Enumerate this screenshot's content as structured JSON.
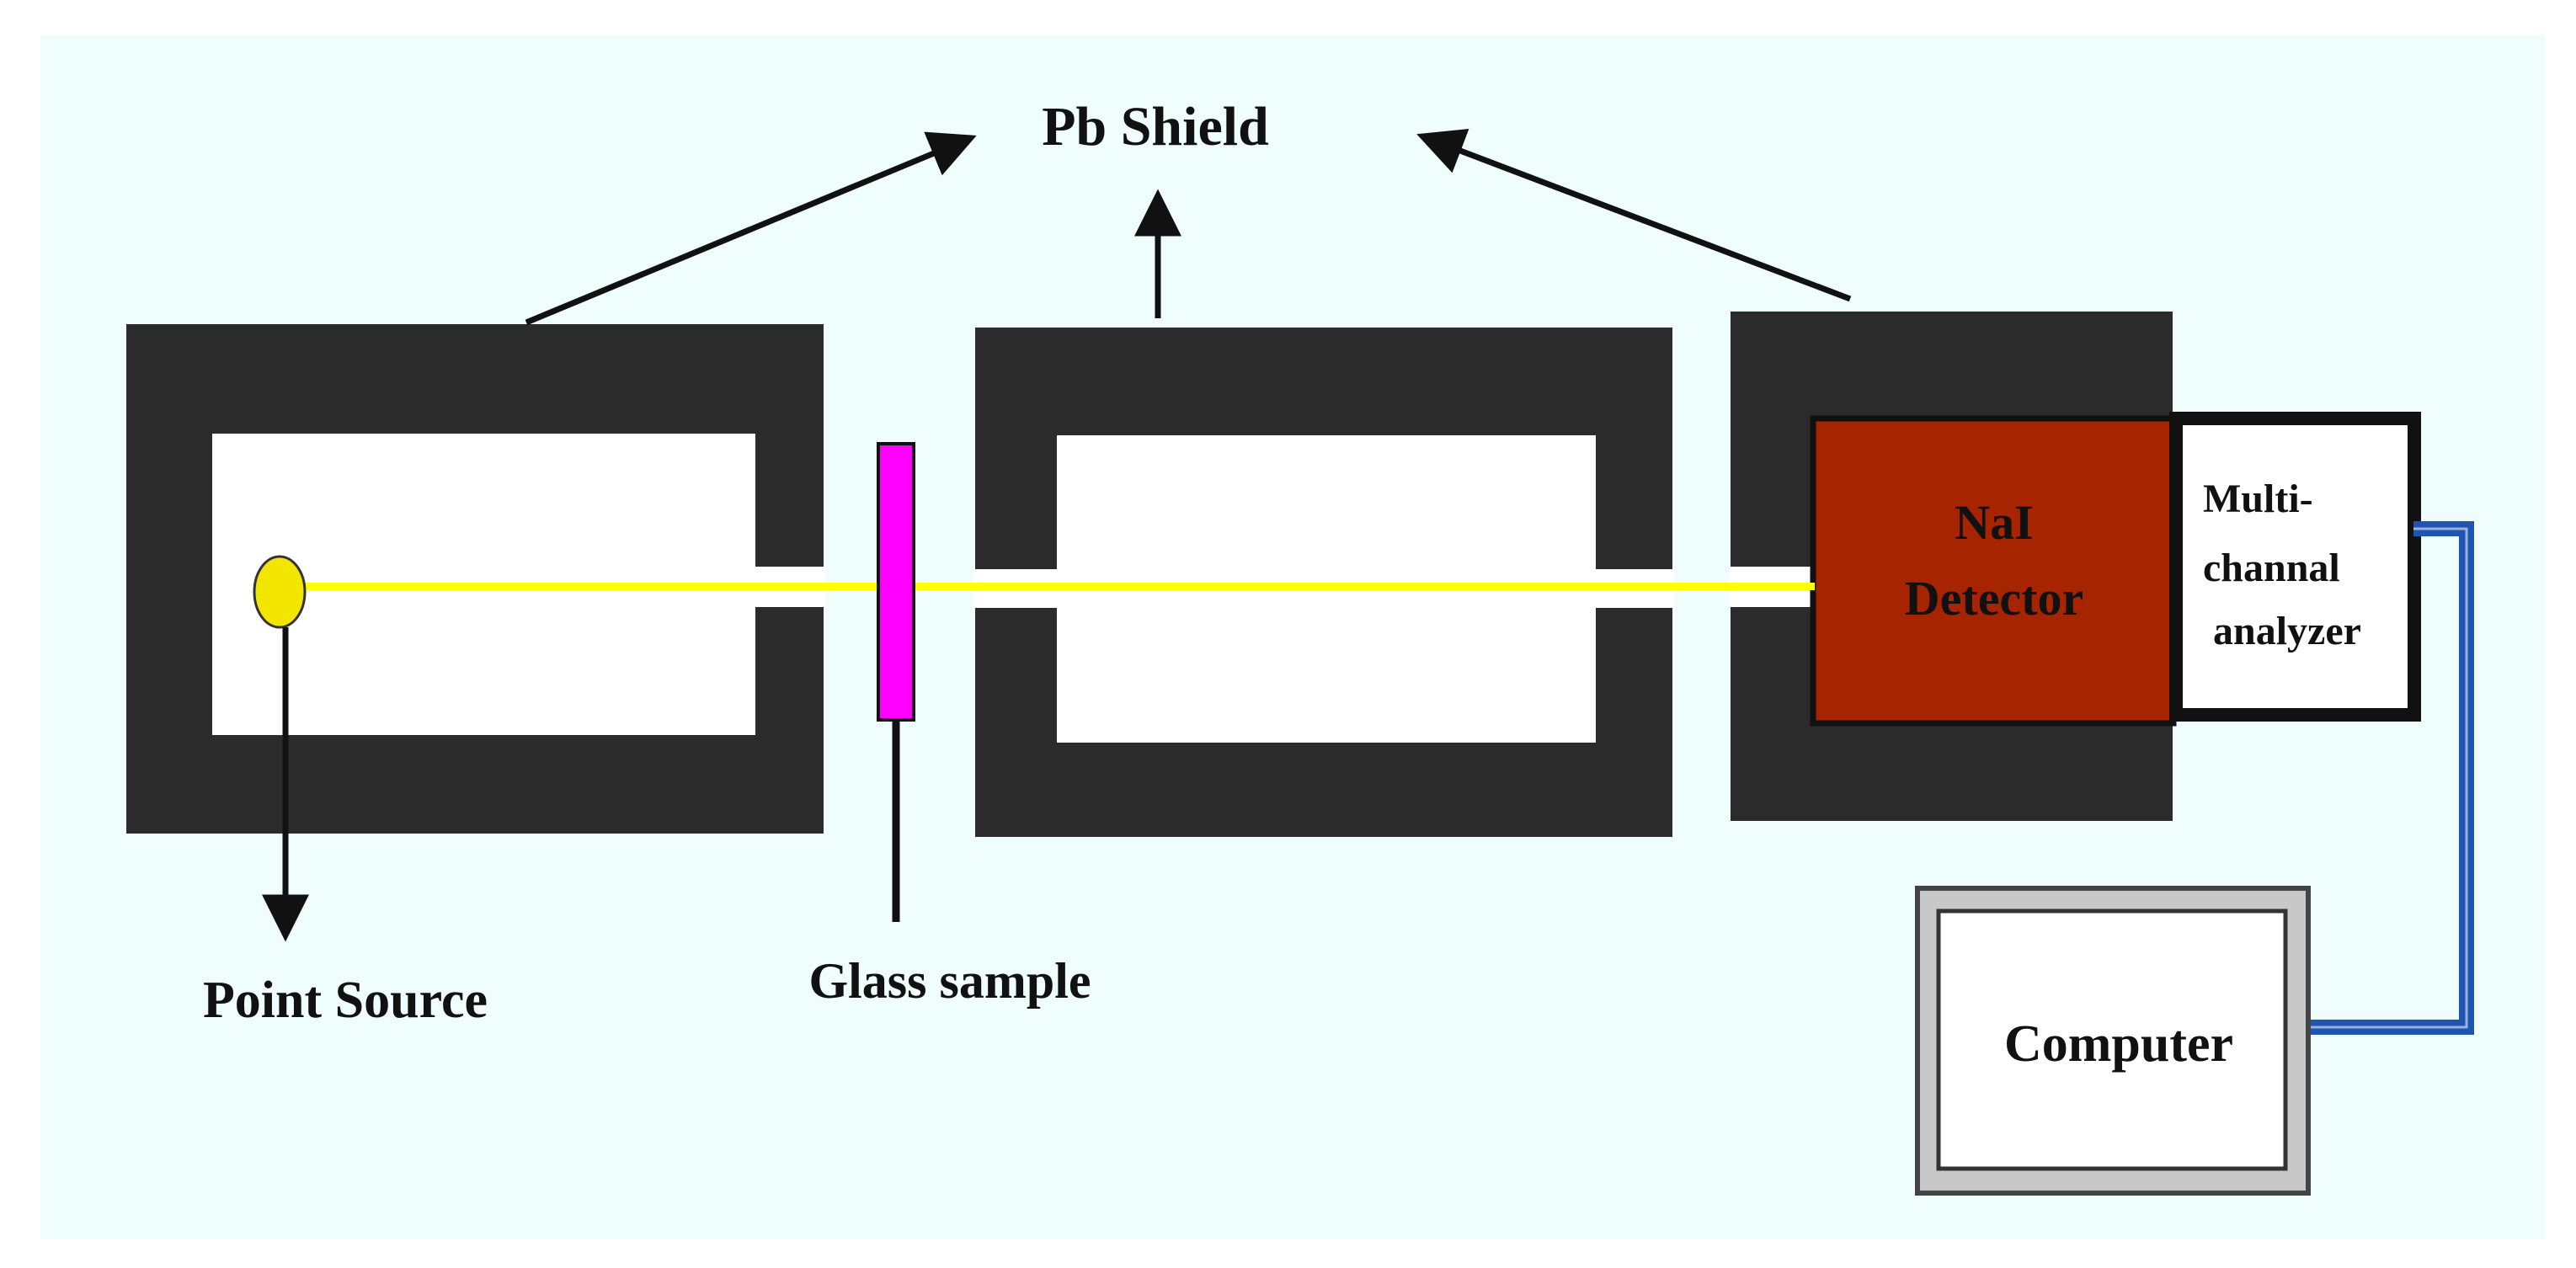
{
  "labels": {
    "pb_shield": "Pb Shield",
    "point_source": "Point Source",
    "glass_sample": "Glass sample",
    "detector_line1": "NaI",
    "detector_line2": "Detector",
    "mca_line1": "Multi-",
    "mca_line2": "channal",
    "mca_line3": "analyzer",
    "computer": "Computer"
  },
  "colors": {
    "panel_background": "#effdfd",
    "shield": "#2b2b2b",
    "cavity": "#ffffff",
    "beam": "#ffff00",
    "source": "#f2e600",
    "sample": "#ff00ff",
    "detector": "#a62400",
    "computer_frame": "#c8c8c8",
    "cable": "#1f54b0",
    "arrow": "#111111"
  }
}
